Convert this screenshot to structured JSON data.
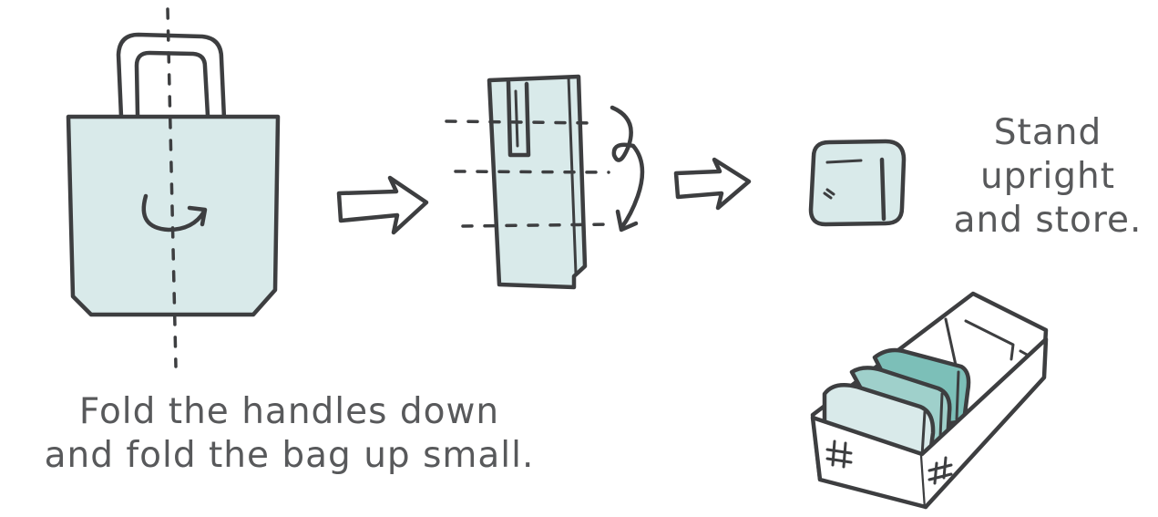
{
  "captions": {
    "fold_instruction": [
      "Fold the handles down",
      "and fold the bag up small."
    ],
    "store_instruction": [
      "Stand",
      "upright",
      "and store."
    ]
  },
  "colors": {
    "bag_fill": "#d9eaea",
    "bag_fill_mid": "#9fd0cb",
    "bag_fill_dark": "#7cbfb8",
    "ink": "#3d3e40",
    "text": "#58595b"
  },
  "icons": {
    "step_1": "tote-bag-with-fold-line",
    "arrow_1": "right-arrow",
    "step_2": "folded-bag-strip",
    "arrow_2": "right-arrow",
    "step_3": "rolled-bag",
    "storage": "box-with-stored-bags"
  }
}
